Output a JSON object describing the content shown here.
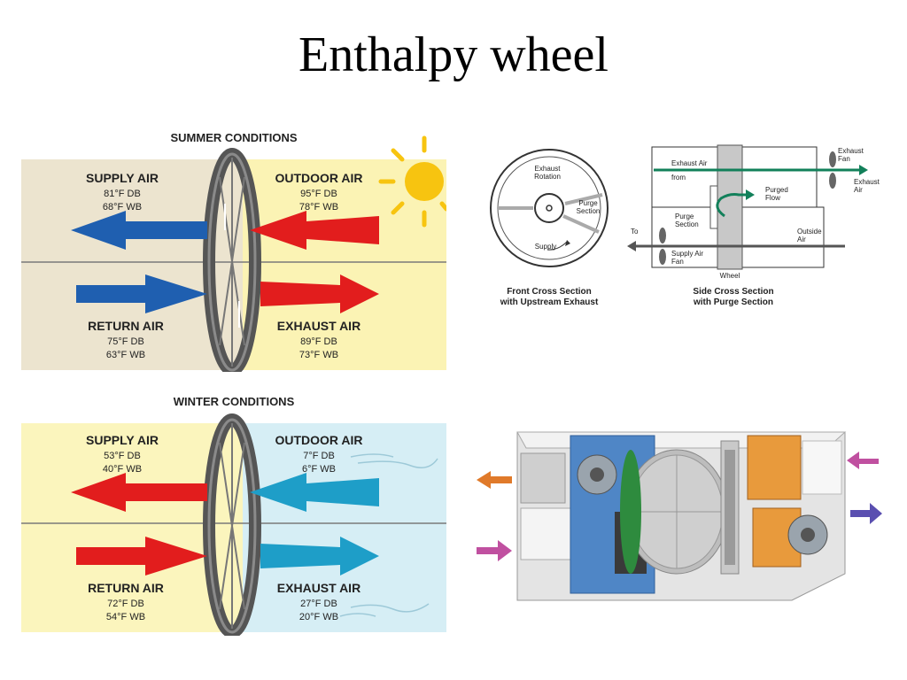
{
  "title": "Enthalpy wheel",
  "summer": {
    "heading": "SUMMER CONDITIONS",
    "supply": {
      "label": "SUPPLY AIR",
      "db": "81°F DB",
      "wb": "68°F WB"
    },
    "outdoor": {
      "label": "OUTDOOR AIR",
      "db": "95°F DB",
      "wb": "78°F WB"
    },
    "return": {
      "label": "RETURN AIR",
      "db": "75°F DB",
      "wb": "63°F WB"
    },
    "exhaust": {
      "label": "EXHAUST AIR",
      "db": "89°F DB",
      "wb": "73°F WB"
    }
  },
  "winter": {
    "heading": "WINTER CONDITIONS",
    "supply": {
      "label": "SUPPLY AIR",
      "db": "53°F DB",
      "wb": "40°F WB"
    },
    "outdoor": {
      "label": "OUTDOOR AIR",
      "db": "7°F DB",
      "wb": "6°F WB"
    },
    "return": {
      "label": "RETURN AIR",
      "db": "72°F DB",
      "wb": "54°F WB"
    },
    "exhaust": {
      "label": "EXHAUST AIR",
      "db": "27°F DB",
      "wb": "20°F WB"
    }
  },
  "front_section": {
    "exhaust_rotation_1": "Exhaust",
    "exhaust_rotation_2": "Rotation",
    "purge_1": "Purge",
    "purge_2": "Section",
    "supply": "Supply",
    "caption_1": "Front Cross Section",
    "caption_2": "with Upstream Exhaust"
  },
  "side_section": {
    "exhaust_air": "Exhaust Air",
    "from": "from",
    "exhaust_fan_1": "Exhaust",
    "exhaust_fan_2": "Fan",
    "exhaust_air_out_1": "Exhaust",
    "exhaust_air_out_2": "Air",
    "purged_flow_1": "Purged",
    "purged_flow_2": "Flow",
    "purge_section_1": "Purge",
    "purge_section_2": "Section",
    "to": "To",
    "outside_air_1": "Outside",
    "outside_air_2": "Air",
    "supply_fan_1": "Supply Air",
    "supply_fan_2": "Fan",
    "wheel": "Wheel",
    "caption_1": "Side Cross Section",
    "caption_2": "with Purge Section"
  },
  "colors": {
    "summer_bg_left": "#ece4cf",
    "summer_bg_right": "#fbf3b4",
    "winter_bg_left": "#fbf5bd",
    "winter_bg_right": "#d6eef5",
    "blue_arrow": "#1f5fb0",
    "red_arrow": "#e21d1d",
    "cyan_arrow": "#1e9ec8",
    "green_flow": "#12805a",
    "sun": "#f7c410"
  }
}
